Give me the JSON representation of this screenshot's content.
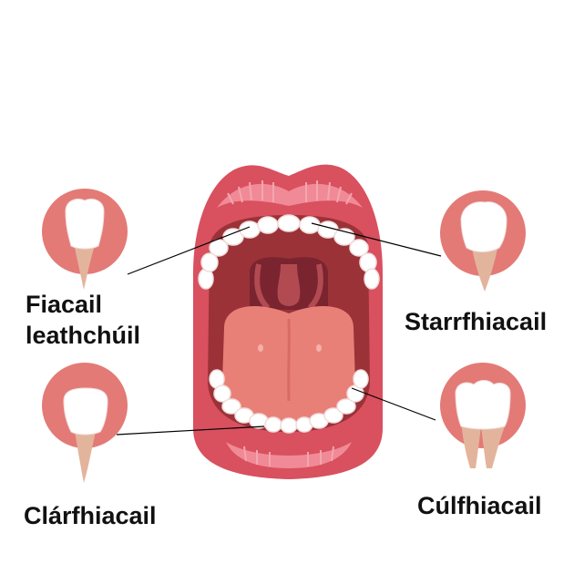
{
  "labels": {
    "premolar_line1": "Fiacail",
    "premolar_line2": "leathchúil",
    "canine": "Starrfhiacail",
    "incisor": "Clárfhiacail",
    "molar": "Cúlfhiacail"
  },
  "colors": {
    "circle": "#e37a76",
    "lip_outer": "#d9505f",
    "lip_inner": "#f08a96",
    "mouth_cavity": "#9b3238",
    "throat": "#7a2430",
    "tongue": "#e98078",
    "tooth": "#ffffff",
    "root": "#e3b49c",
    "leader_line": "#000000"
  }
}
